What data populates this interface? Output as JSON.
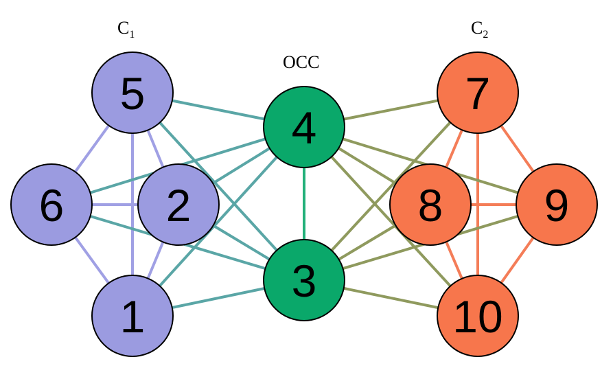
{
  "groups": [
    {
      "id": "c1",
      "base": "C",
      "sub": "1",
      "color": "#9b9be0",
      "edge_color": "#a0a0e4"
    },
    {
      "id": "occ",
      "label": "OCC",
      "color": "#0aa86a",
      "edge_color": "#23b07a"
    },
    {
      "id": "c2",
      "base": "C",
      "sub": "2",
      "color": "#f7764c",
      "edge_color": "#f47d58"
    }
  ],
  "inter_edge_colors": {
    "c1-occ": "#5aa6a6",
    "occ-c2": "#8f9a5e"
  },
  "nodes": [
    {
      "id": "5",
      "label": "5",
      "group": "c1"
    },
    {
      "id": "6",
      "label": "6",
      "group": "c1"
    },
    {
      "id": "2",
      "label": "2",
      "group": "c1"
    },
    {
      "id": "1",
      "label": "1",
      "group": "c1"
    },
    {
      "id": "4",
      "label": "4",
      "group": "occ"
    },
    {
      "id": "3",
      "label": "3",
      "group": "occ"
    },
    {
      "id": "7",
      "label": "7",
      "group": "c2"
    },
    {
      "id": "8",
      "label": "8",
      "group": "c2"
    },
    {
      "id": "9",
      "label": "9",
      "group": "c2"
    },
    {
      "id": "10",
      "label": "10",
      "group": "c2"
    }
  ],
  "edges": [
    [
      "5",
      "6"
    ],
    [
      "5",
      "2"
    ],
    [
      "5",
      "1"
    ],
    [
      "6",
      "2"
    ],
    [
      "6",
      "1"
    ],
    [
      "2",
      "1"
    ],
    [
      "4",
      "3"
    ],
    [
      "7",
      "8"
    ],
    [
      "7",
      "9"
    ],
    [
      "7",
      "10"
    ],
    [
      "8",
      "9"
    ],
    [
      "8",
      "10"
    ],
    [
      "9",
      "10"
    ],
    [
      "5",
      "4"
    ],
    [
      "5",
      "3"
    ],
    [
      "6",
      "4"
    ],
    [
      "6",
      "3"
    ],
    [
      "2",
      "4"
    ],
    [
      "2",
      "3"
    ],
    [
      "1",
      "4"
    ],
    [
      "1",
      "3"
    ],
    [
      "4",
      "7"
    ],
    [
      "4",
      "8"
    ],
    [
      "4",
      "9"
    ],
    [
      "4",
      "10"
    ],
    [
      "3",
      "7"
    ],
    [
      "3",
      "8"
    ],
    [
      "3",
      "9"
    ],
    [
      "3",
      "10"
    ]
  ]
}
